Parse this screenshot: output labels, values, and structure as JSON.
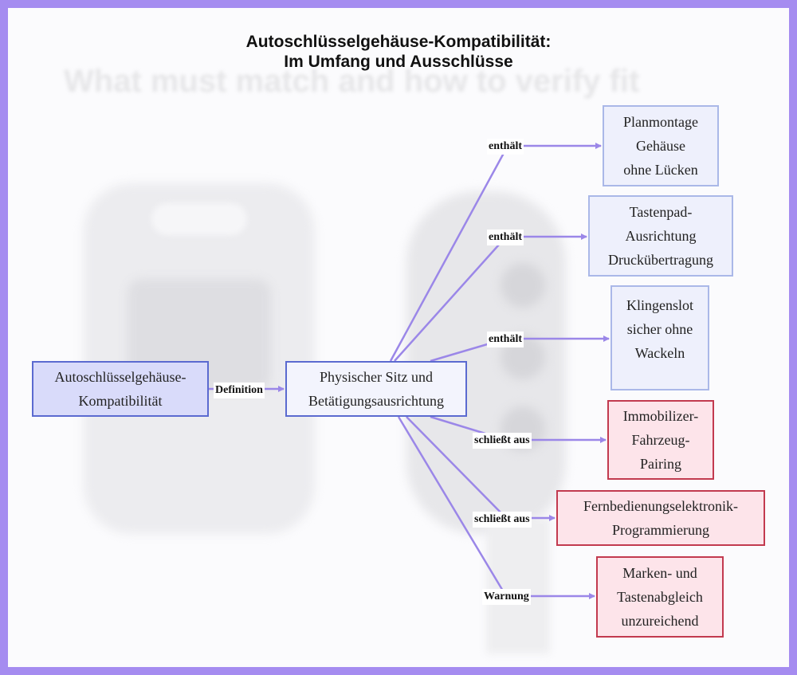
{
  "title_lines": [
    "Autoschlüsselgehäuse-Kompatibilität:",
    "Im Umfang und Ausschlüsse"
  ],
  "background_heading": "What must match and how to verify fit",
  "colors": {
    "frame_border": "#a58cf0",
    "edge": "#9b87e8",
    "root_fill": "#d9dbfa",
    "root_border": "#5b6ad0",
    "included_fill": "#eef0fc",
    "included_border": "#aab8e8",
    "excluded_fill": "#fde4ea",
    "excluded_border": "#c23a4f"
  },
  "nodes": {
    "root": {
      "lines": [
        "Autoschlüsselgehäuse-",
        "Kompatibilität"
      ]
    },
    "mid": {
      "lines": [
        "Physischer Sitz und",
        "Betätigungsausrichtung"
      ]
    },
    "n1": {
      "lines": [
        "Planmontage",
        "Gehäuse",
        "ohne Lücken"
      ]
    },
    "n2": {
      "lines": [
        "Tastenpad-",
        "Ausrichtung",
        "Druckübertragung"
      ]
    },
    "n3": {
      "lines": [
        "Klingenslot",
        "sicher ohne",
        "Wackeln"
      ]
    },
    "n4": {
      "lines": [
        "Immobilizer-",
        "Fahrzeug-",
        "Pairing"
      ]
    },
    "n5": {
      "lines": [
        "Fernbedienungselektronik-",
        "Programmierung"
      ]
    },
    "n6": {
      "lines": [
        "Marken- und",
        "Tastenabgleich",
        "unzureichend"
      ]
    }
  },
  "edge_labels": {
    "definition": "Definition",
    "e1": "enthält",
    "e2": "enthält",
    "e3": "enthält",
    "e4": "schließt aus",
    "e5": "schließt aus",
    "e6": "Warnung"
  }
}
